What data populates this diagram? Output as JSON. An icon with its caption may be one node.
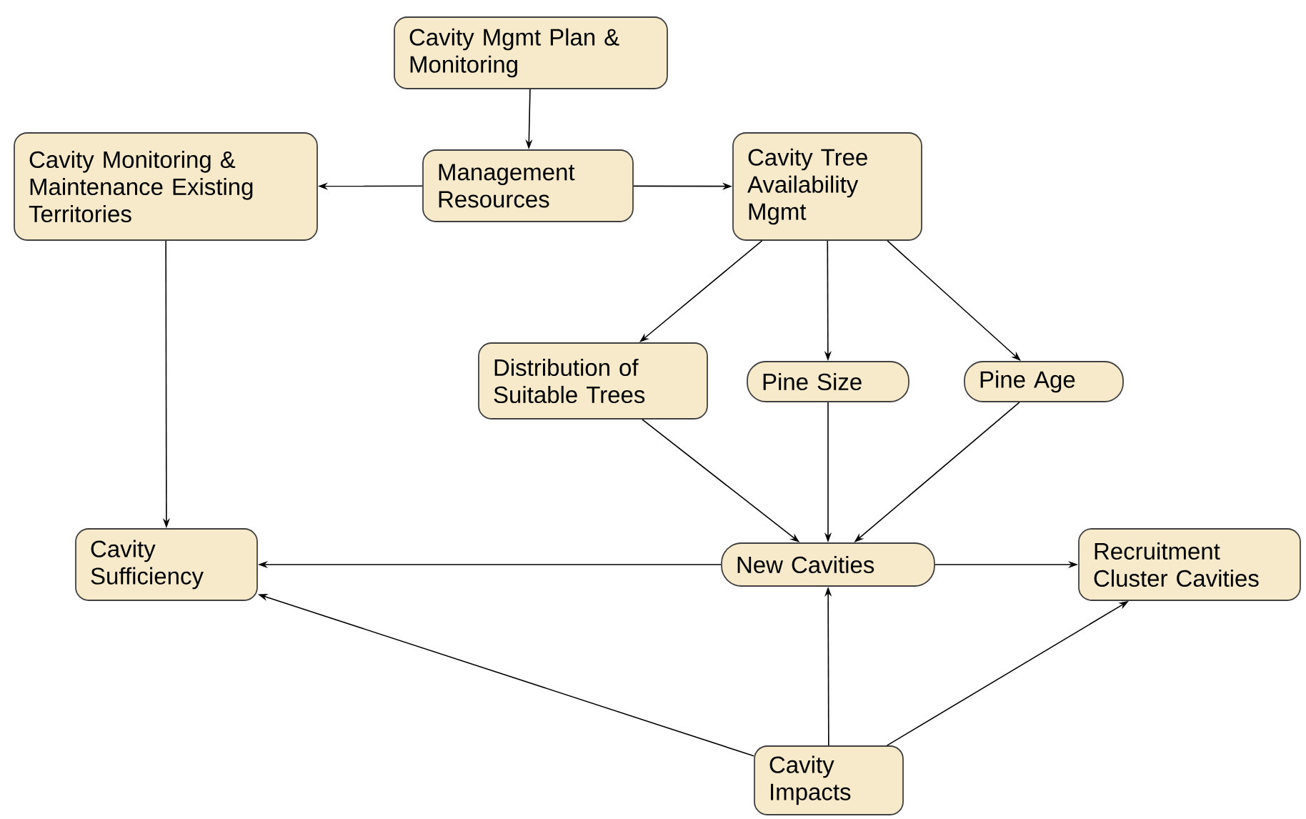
{
  "diagram": {
    "nodes": [
      {
        "text": [
          "Cavity Mgmt Plan & Monitoring"
        ]
      },
      {
        "text": [
          "Cavity Monitoring & Maintenance Existing Territories"
        ]
      },
      {
        "text": [
          "Management Resources"
        ]
      },
      {
        "text": [
          "Cavity Tree Availability Mgmt"
        ]
      },
      {
        "text": [
          "Distribution of Suitable Trees"
        ]
      },
      {
        "text": [
          "Pine Size"
        ]
      },
      {
        "text": [
          "Pine Age"
        ]
      },
      {
        "text": [
          "Cavity Sufficiency"
        ]
      },
      {
        "text": [
          "New Cavities"
        ]
      },
      {
        "text": [
          "Recruitment Cluster Cavities"
        ]
      },
      {
        "text": [
          "Cavity Impacts"
        ]
      }
    ],
    "edges": [
      {
        "from": 0,
        "to": 2,
        "arrow": "to"
      },
      {
        "from": 2,
        "to": 1,
        "arrow": "to"
      },
      {
        "from": 2,
        "to": 3,
        "arrow": "to"
      },
      {
        "from": 3,
        "to": 4,
        "arrow": "to"
      },
      {
        "from": 3,
        "to": 5,
        "arrow": "to"
      },
      {
        "from": 3,
        "to": 6,
        "arrow": "to"
      },
      {
        "from": 1,
        "to": 7,
        "arrow": "to"
      },
      {
        "from": 4,
        "to": 8,
        "arrow": "to"
      },
      {
        "from": 5,
        "to": 8,
        "arrow": "to"
      },
      {
        "from": 6,
        "to": 8,
        "arrow": "to"
      },
      {
        "from": 8,
        "to": 7,
        "arrow": "to"
      },
      {
        "from": 8,
        "to": 9,
        "arrow": "to"
      },
      {
        "from": 10,
        "to": 7,
        "arrow": "to"
      },
      {
        "from": 10,
        "to": 8,
        "arrow": "to"
      },
      {
        "from": 10,
        "to": 9,
        "arrow": "to"
      }
    ]
  }
}
